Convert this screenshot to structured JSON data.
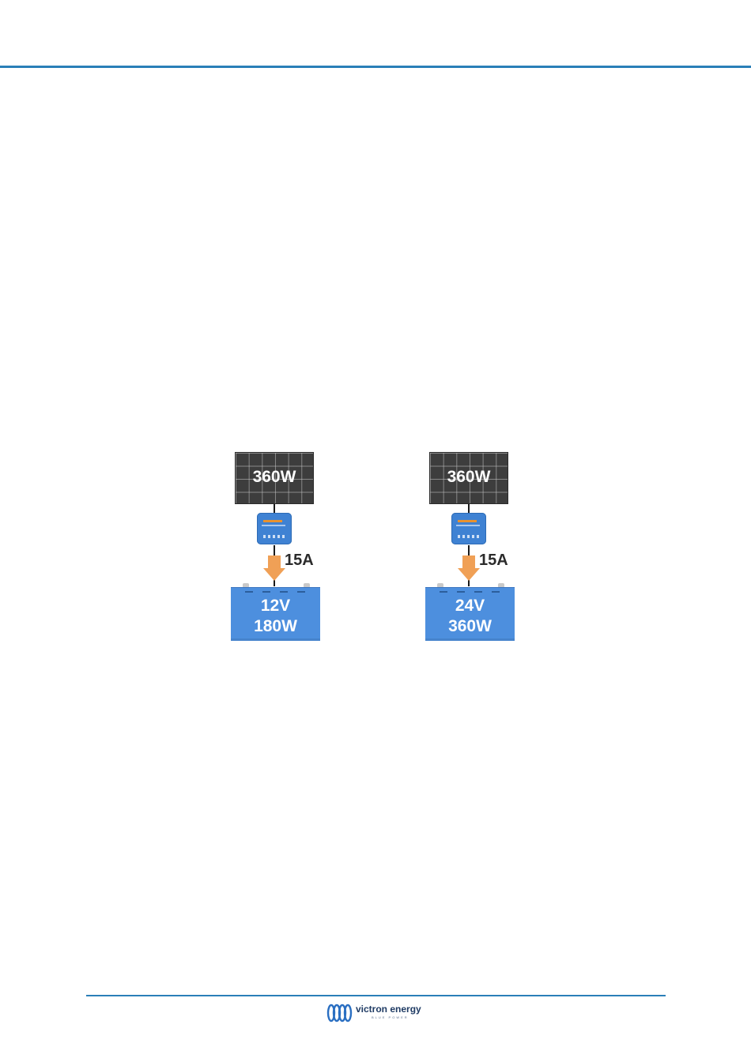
{
  "systems": [
    {
      "panel_label": "360W",
      "current_label": "15A",
      "battery_voltage": "12V",
      "battery_power": "180W"
    },
    {
      "panel_label": "360W",
      "current_label": "15A",
      "battery_voltage": "24V",
      "battery_power": "360W"
    }
  ],
  "footer": {
    "logo_text": "victron energy",
    "logo_tagline": "BLUE POWER"
  },
  "colors": {
    "rule": "#2a7fb8",
    "battery": "#4d8fde",
    "arrow": "#f0a056",
    "panel": "#3d3d3d"
  }
}
